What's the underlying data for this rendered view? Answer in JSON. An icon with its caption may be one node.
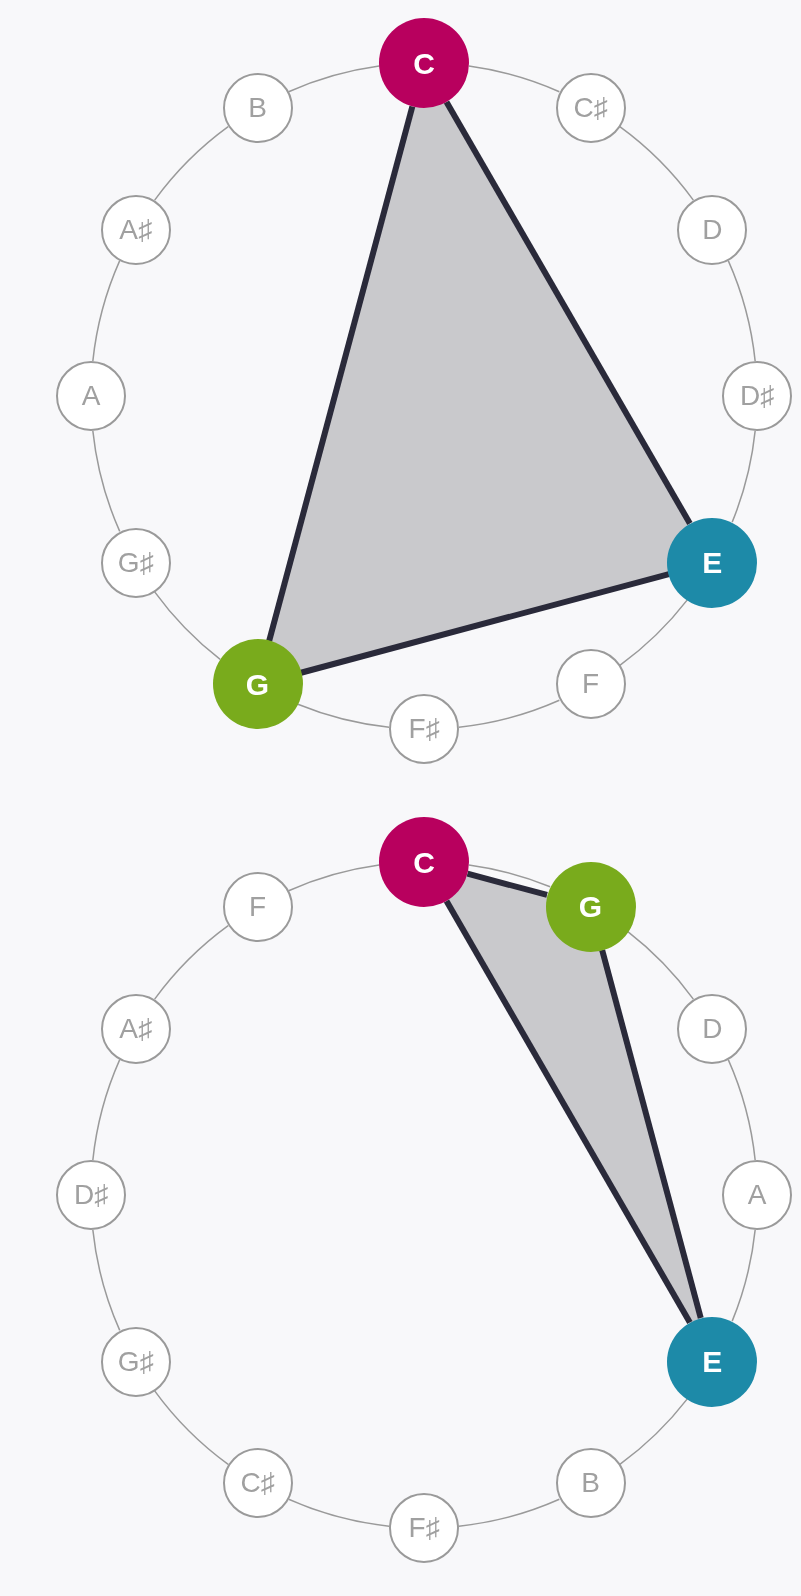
{
  "diagram": {
    "nodes": [
      {
        "text": [
          "C"
        ]
      },
      {
        "text": [
          "C♯"
        ]
      },
      {
        "text": [
          "D"
        ]
      },
      {
        "text": [
          "D♯"
        ]
      },
      {
        "text": [
          "E"
        ]
      },
      {
        "text": [
          "F"
        ]
      },
      {
        "text": [
          "F♯"
        ]
      },
      {
        "text": [
          "G"
        ]
      },
      {
        "text": [
          "G♯"
        ]
      },
      {
        "text": [
          "A"
        ]
      },
      {
        "text": [
          "A♯"
        ]
      },
      {
        "text": [
          "B"
        ]
      },
      {
        "text": [
          "C"
        ]
      },
      {
        "text": [
          "G"
        ]
      },
      {
        "text": [
          "D"
        ]
      },
      {
        "text": [
          "A"
        ]
      },
      {
        "text": [
          "E"
        ]
      },
      {
        "text": [
          "B"
        ]
      },
      {
        "text": [
          "F♯"
        ]
      },
      {
        "text": [
          "C♯"
        ]
      },
      {
        "text": [
          "G♯"
        ]
      },
      {
        "text": [
          "D♯"
        ]
      },
      {
        "text": [
          "A♯"
        ]
      },
      {
        "text": [
          "F"
        ]
      }
    ],
    "edges": [
      {
        "from": 0,
        "to": 1,
        "arrow": "none"
      },
      {
        "from": 1,
        "to": 2,
        "arrow": "none"
      },
      {
        "from": 2,
        "to": 3,
        "arrow": "none"
      },
      {
        "from": 3,
        "to": 4,
        "arrow": "none"
      },
      {
        "from": 4,
        "to": 5,
        "arrow": "none"
      },
      {
        "from": 5,
        "to": 6,
        "arrow": "none"
      },
      {
        "from": 6,
        "to": 7,
        "arrow": "none"
      },
      {
        "from": 7,
        "to": 8,
        "arrow": "none"
      },
      {
        "from": 8,
        "to": 9,
        "arrow": "none"
      },
      {
        "from": 9,
        "to": 10,
        "arrow": "none"
      },
      {
        "from": 10,
        "to": 11,
        "arrow": "none"
      },
      {
        "from": 11,
        "to": 0,
        "arrow": "none"
      },
      {
        "from": 0,
        "to": 4,
        "arrow": "none",
        "style": "thick",
        "color": "#2a2a3a"
      },
      {
        "from": 4,
        "to": 7,
        "arrow": "none",
        "style": "thick",
        "color": "#2a2a3a"
      },
      {
        "from": 7,
        "to": 0,
        "arrow": "none",
        "style": "thick",
        "color": "#2a2a3a"
      },
      {
        "from": 12,
        "to": 13,
        "arrow": "none"
      },
      {
        "from": 13,
        "to": 14,
        "arrow": "none"
      },
      {
        "from": 14,
        "to": 15,
        "arrow": "none"
      },
      {
        "from": 15,
        "to": 16,
        "arrow": "none"
      },
      {
        "from": 16,
        "to": 17,
        "arrow": "none"
      },
      {
        "from": 17,
        "to": 18,
        "arrow": "none"
      },
      {
        "from": 18,
        "to": 19,
        "arrow": "none"
      },
      {
        "from": 19,
        "to": 20,
        "arrow": "none"
      },
      {
        "from": 20,
        "to": 21,
        "arrow": "none"
      },
      {
        "from": 21,
        "to": 22,
        "arrow": "none"
      },
      {
        "from": 22,
        "to": 23,
        "arrow": "none"
      },
      {
        "from": 23,
        "to": 12,
        "arrow": "none"
      },
      {
        "from": 12,
        "to": 13,
        "arrow": "none",
        "style": "thick",
        "color": "#2a2a3a"
      },
      {
        "from": 13,
        "to": 16,
        "arrow": "none",
        "style": "thick",
        "color": "#2a2a3a"
      },
      {
        "from": 16,
        "to": 12,
        "arrow": "none",
        "style": "thick",
        "color": "#2a2a3a"
      }
    ]
  }
}
